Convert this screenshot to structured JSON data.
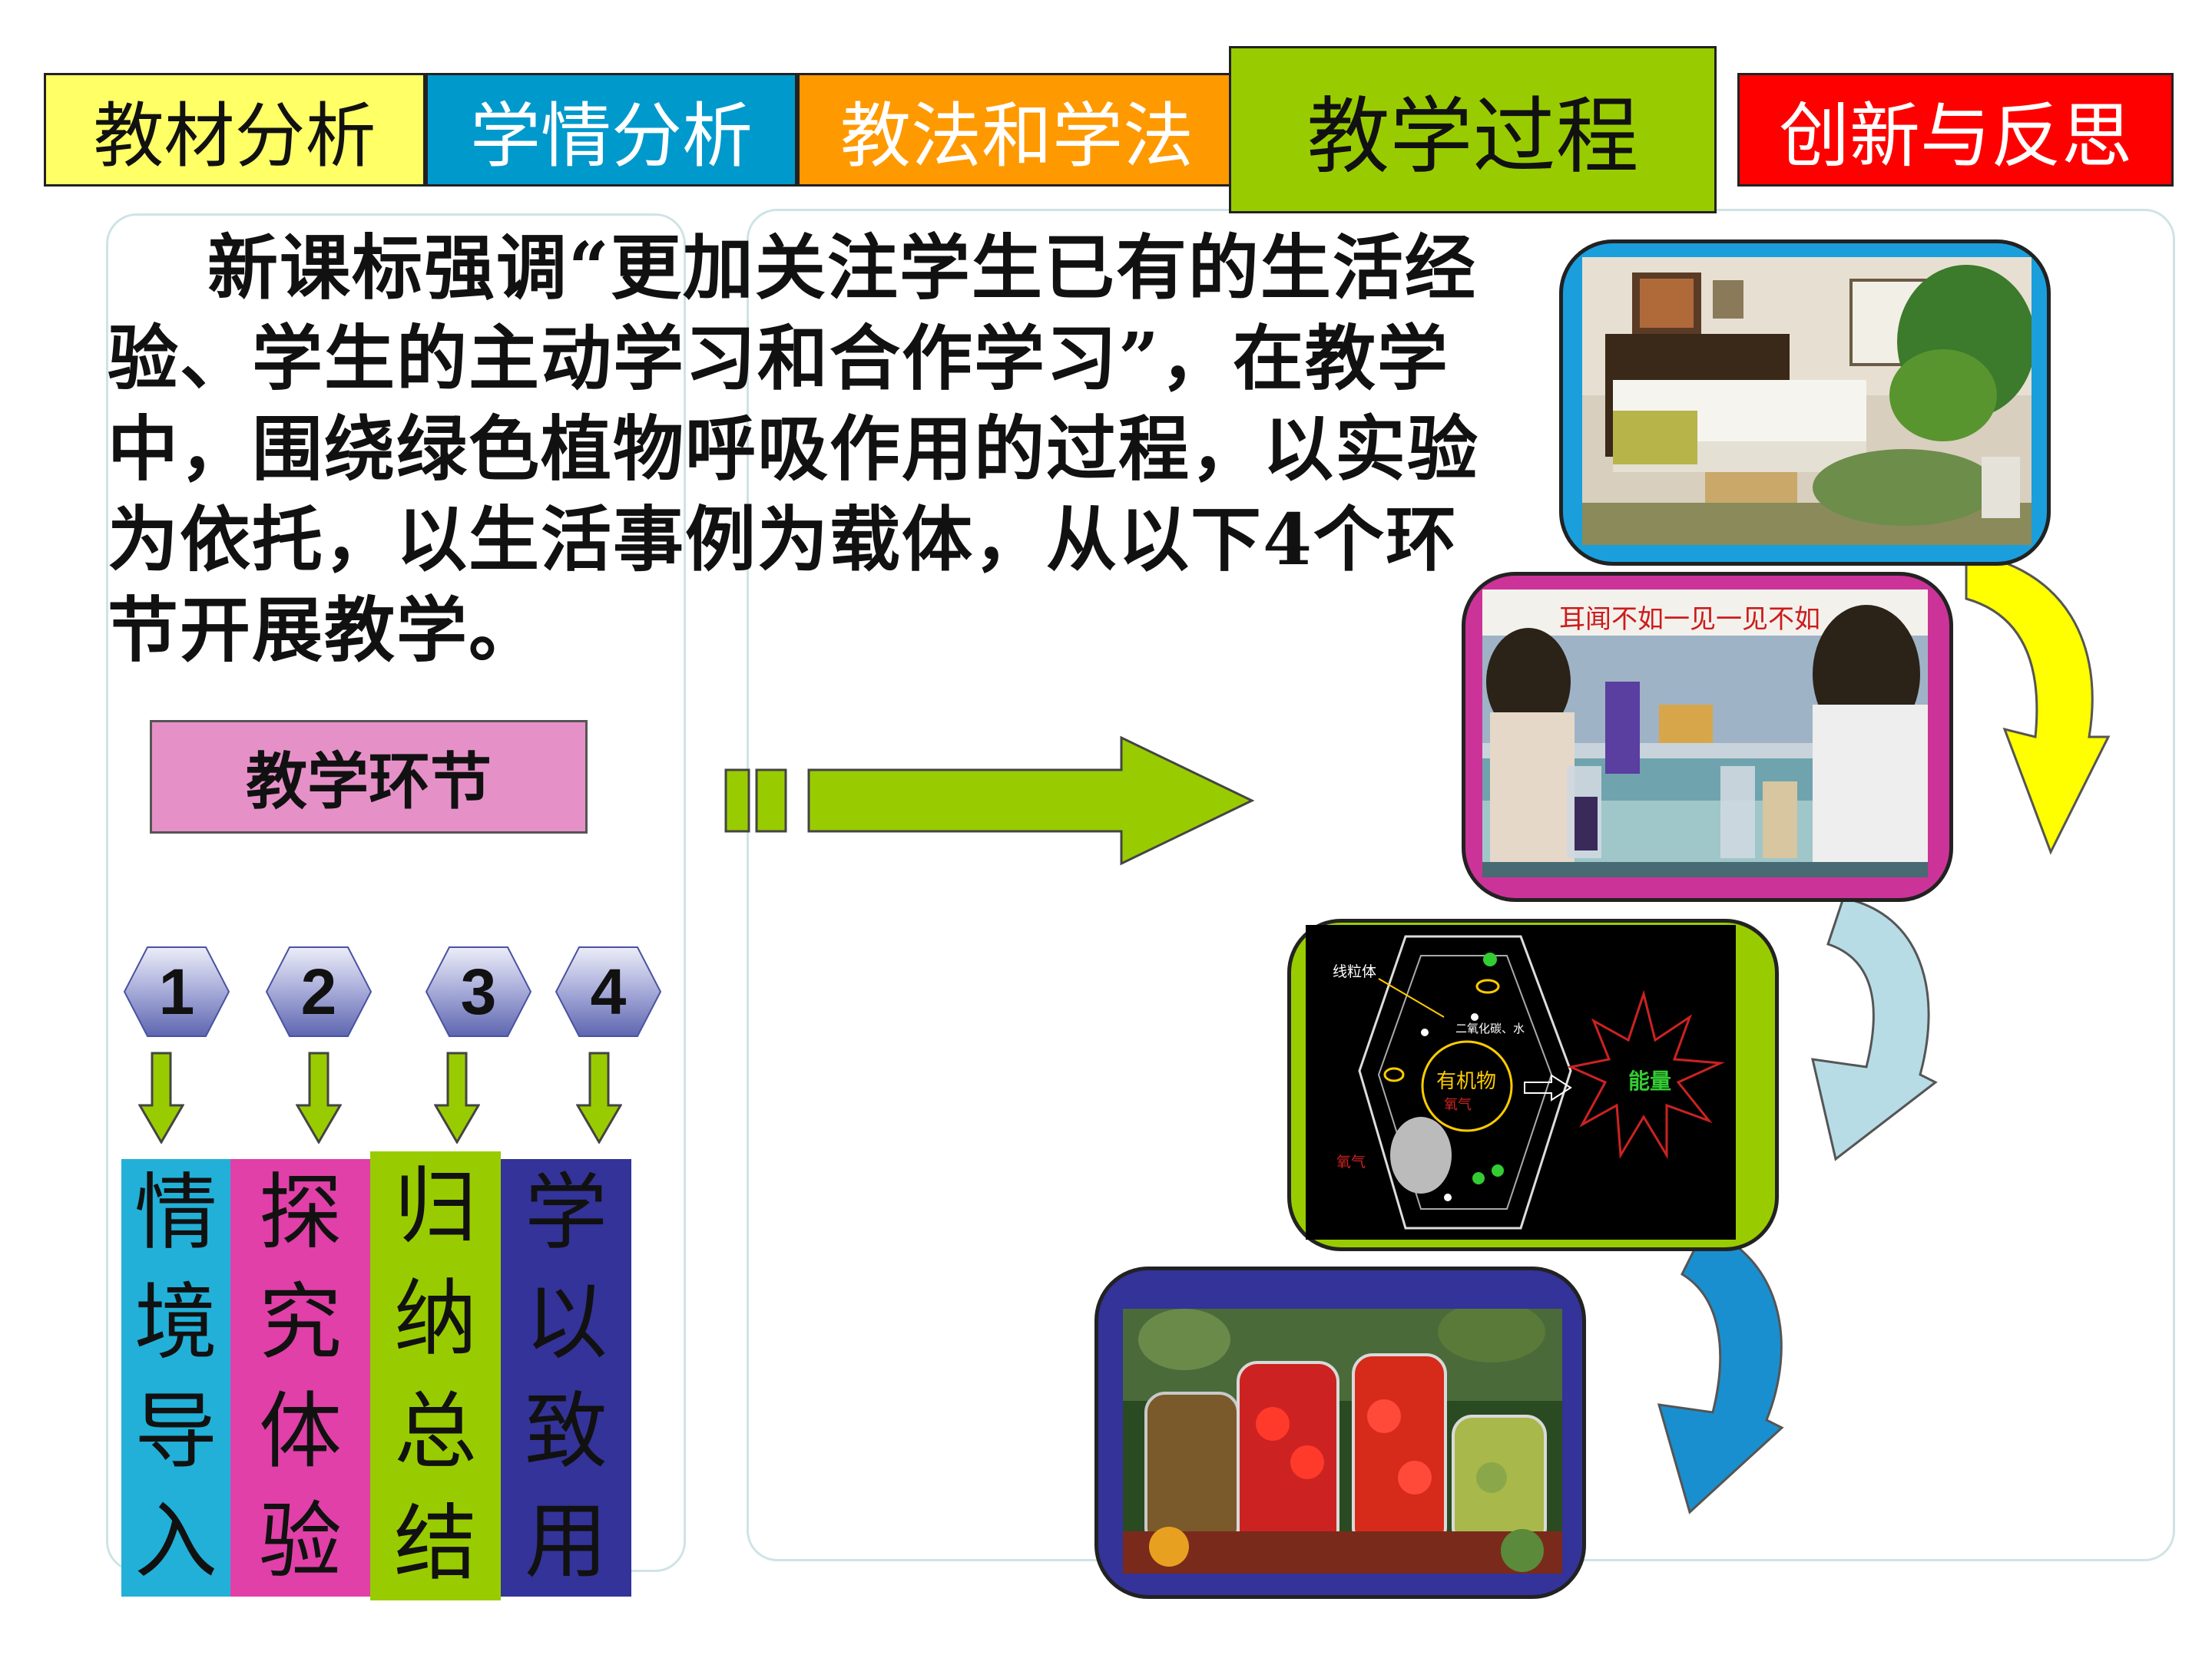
{
  "tabs": [
    {
      "label": "教材分析",
      "bg": "#ffff66",
      "color": "#111111"
    },
    {
      "label": "学情分析",
      "bg": "#0099cc",
      "color": "#ffffff"
    },
    {
      "label": "教法和学法",
      "bg": "#ff9900",
      "color": "#ffffff"
    },
    {
      "label": "教学过程",
      "bg": "#99cc00",
      "color": "#111111"
    },
    {
      "label": "创新与反思",
      "bg": "#ff0000",
      "color": "#ffffff"
    }
  ],
  "intro": "新课标强调“更加关注学生已有的生活经验、学生的主动学习和合作学习”，在教学中，围绕绿色植物呼吸作用的过程，以实验为依托，以生活事例为载体，从以下4个环节开展教学。",
  "stage_title": "教学环节",
  "steps": [
    {
      "num": "1",
      "chars": [
        "情",
        "境",
        "导",
        "入"
      ],
      "color": "#22b0d8"
    },
    {
      "num": "2",
      "chars": [
        "探",
        "究",
        "体",
        "验"
      ],
      "color": "#e040a8"
    },
    {
      "num": "3",
      "chars": [
        "归",
        "纳",
        "总",
        "结"
      ],
      "color": "#99cc00"
    },
    {
      "num": "4",
      "chars": [
        "学",
        "以",
        "致",
        "用"
      ],
      "color": "#333399"
    }
  ],
  "lab_banner": "耳闻不如一见一见不如",
  "diagram": {
    "mito_label": "线粒体",
    "co2_label": "二氧化碳、水",
    "organic_label": "有机物",
    "o2_inner": "氧气",
    "energy_label": "能量",
    "o2_outer": "氧气"
  },
  "colors": {
    "frame1": "#1a9fdc",
    "frame2": "#cc3399",
    "frame3": "#99cc00",
    "frame4": "#333399",
    "arrow_green": "#99cc00"
  }
}
